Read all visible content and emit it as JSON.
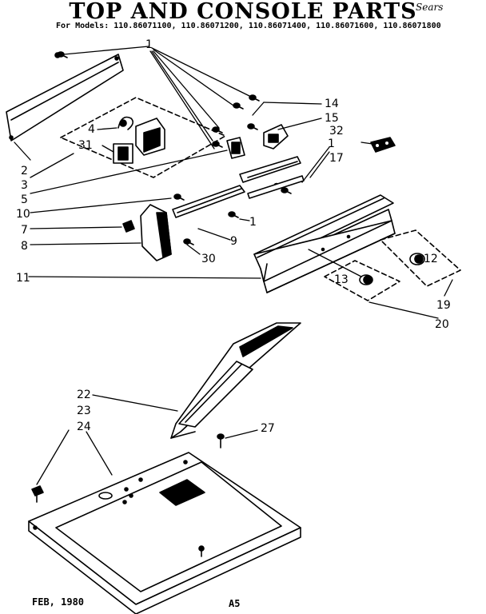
{
  "header": {
    "title": "TOP AND CONSOLE PARTS",
    "models": "For Models: 110.86071100, 110.86071200, 110.86071400, 110.86071600, 110.86071800",
    "stamp": "Sears"
  },
  "footer": {
    "date": "FEB, 1980",
    "page": "A5"
  },
  "callouts": {
    "c1": "1",
    "c1b": "1",
    "c1c": "1",
    "c2": "2",
    "c3": "3",
    "c4": "4",
    "c5": "5",
    "c7": "7",
    "c8": "8",
    "c9": "9",
    "c10": "10",
    "c11": "11",
    "c12": "12",
    "c13": "13",
    "c14": "14",
    "c15": "15",
    "c17": "17",
    "c19": "19",
    "c20": "20",
    "c22": "22",
    "c23": "23",
    "c24": "24",
    "c27": "27",
    "c30": "30",
    "c31": "31",
    "c32": "32"
  }
}
